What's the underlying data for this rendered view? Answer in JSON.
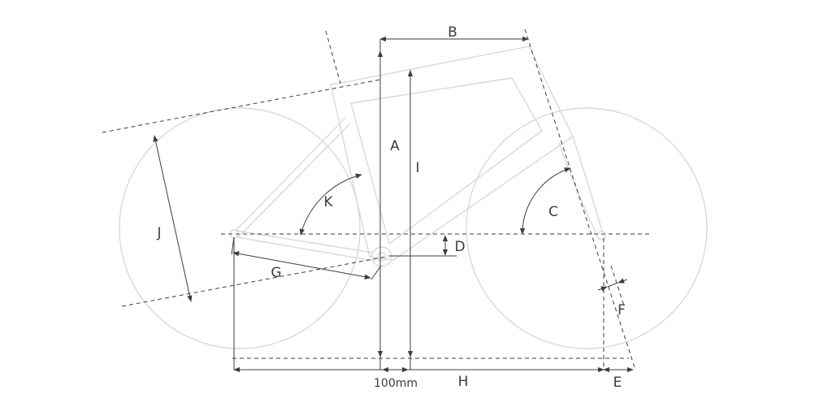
{
  "diagram": {
    "labels": {
      "A": "A",
      "B": "B",
      "C": "C",
      "D": "D",
      "E": "E",
      "F": "F",
      "G": "G",
      "H": "H",
      "I": "I",
      "J": "J",
      "K": "K",
      "measurement": "100mm"
    },
    "colors": {
      "background": "#ffffff",
      "frame": "#d9d9d9",
      "dimension": "#3d3d3d"
    }
  }
}
